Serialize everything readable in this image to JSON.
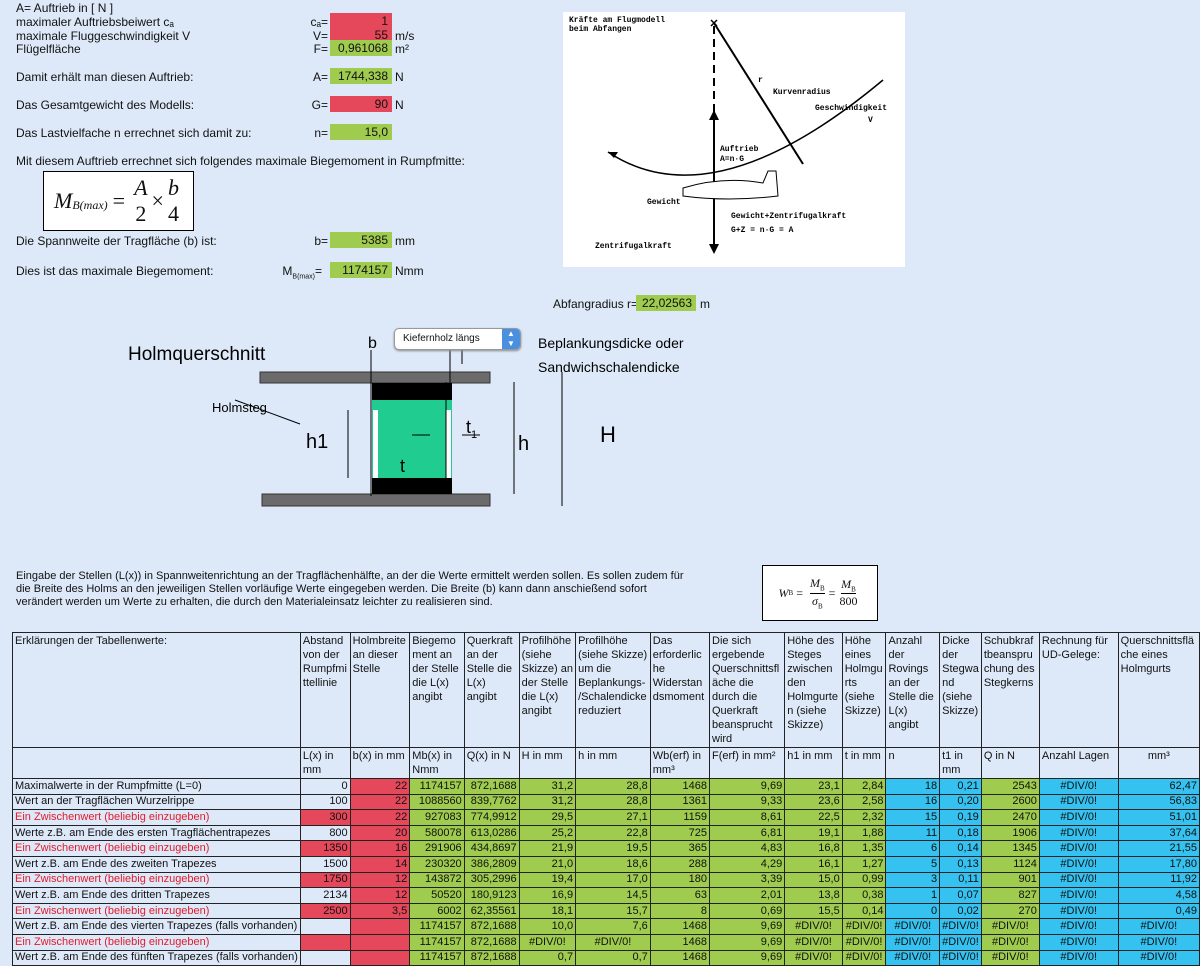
{
  "inputs": {
    "title": "A= Auftrieb in [ N ]",
    "ca_label": "maximaler Auftriebsbeiwert cₐ",
    "ca_sym": "cₐ=",
    "ca_val": "1",
    "v_label": "maximale Fluggeschwindigkeit V",
    "v_sym": "V=",
    "v_val": "55",
    "v_unit": "m/s",
    "f_label": "Flügelfläche",
    "f_sym": "F=",
    "f_val": "0,961068",
    "f_unit": "m²",
    "a_label": "Damit erhält man diesen Auftrieb:",
    "a_sym": "A=",
    "a_val": "1744,338",
    "a_unit": "N",
    "g_label": "Das Gesamtgewicht des Modells:",
    "g_sym": "G=",
    "g_val": "90",
    "g_unit": "N",
    "n_label": "Das Lastvielfache n errechnet sich damit zu:",
    "n_sym": "n=",
    "n_val": "15,0",
    "moment_intro": "Mit diesem Auftrieb errechnet sich folgendes maximale Biegemoment in Rumpfmitte:",
    "b_label": "Die Spannweite der Tragfläche (b) ist:",
    "b_sym": "b=",
    "b_val": "5385",
    "b_unit": "mm",
    "mb_label": "Dies ist das maximale Biegemoment:",
    "mb_sym": "M",
    "mb_sub": "B(max)",
    "mb_eq": "=",
    "mb_val": "1174157",
    "mb_unit": "Nmm",
    "r_label": "Abfangradius r=",
    "r_val": "22,02563",
    "r_unit": "m"
  },
  "formula1": {
    "lhs": "M",
    "lhs_sub": "B(max)",
    "eq": "=",
    "n1": "A",
    "d1": "2",
    "times": "×",
    "n2": "b",
    "d2": "4"
  },
  "formula2": {
    "lhs": "W",
    "lhs_sub": "B",
    "eq": "=",
    "n1": "M",
    "n1_sub": "B",
    "d1": "σ",
    "d1_sub": "B",
    "eq2": "=",
    "n2": "M",
    "n2_sub": "B",
    "d2": "800"
  },
  "force_diagram": {
    "title1": "Kräfte am Flugmodell",
    "title2": "beim Abfangen",
    "r": "r",
    "kurvenradius": "Kurvenradius",
    "geschw": "Geschwindigkeit",
    "v": "V",
    "auftrieb": "Auftrieb",
    "auftrieb_eq": "A=n·G",
    "gewicht": "Gewicht",
    "gz": "Gewicht+Zentrifugalkraft",
    "gz_eq": "G+Z = n·G = A",
    "zentrifugal": "Zentrifugalkraft"
  },
  "cross_section": {
    "title": "Holmquerschnitt",
    "material_select": "Kiefernholz längs",
    "b": "b",
    "beplankung1": "Beplankungsdicke oder",
    "beplankung2": "Sandwichschalendicke",
    "holmsteg": "Holmsteg",
    "h1": "h1",
    "t1": "t",
    "t1_sub": "1",
    "h": "h",
    "H": "H",
    "t": "t"
  },
  "instructions": "Eingabe der Stellen (L(x)) in Spannweitenrichtung an der Tragflächenhälfte, an der die Werte ermittelt werden sollen. Es sollen zudem für die Breite des Holms an den jeweiligen Stellen vorläufige Werte eingegeben werden. Die Breite (b) kann dann anschießend sofort verändert werden um Werte zu erhalten, die durch den Materialeinsatz leichter zu realisieren sind.",
  "table": {
    "headers": [
      "Erklärungen der Tabellenwerte:",
      "Abstand von der Rumpfmi ttellinie",
      "Holmbreite an dieser Stelle",
      "Biegemo ment an der Stelle die L(x) angibt",
      "Querkraft an der Stelle die L(x) angibt",
      "Profilhöhe (siehe Skizze) an der Stelle die L(x) angibt",
      "Profilhöhe (siehe Skizze) um die Beplankungs- /Schalendicke reduziert",
      "Das erforderlic he Widerstan dsmoment",
      "Die sich ergebende Querschnittsfl äche die durch die Querkraft beansprucht wird",
      "Höhe des Steges zwischen den Holmgurte n (siehe Skizze)",
      "Höhe eines Holmgu rts (siehe Skizze)",
      "Anzahl der Rovings an der Stelle die L(x) angibt",
      "Dicke der Stegwa nd (siehe Skizze)",
      "Schubkraf tbeanspru chung des Stegkerns",
      "Rechnung für UD-Gelege:",
      "Querschnittsflä che eines Holmgurts"
    ],
    "units": [
      "",
      "L(x) in mm",
      "b(x) in mm",
      "Mb(x) in Nmm",
      "Q(x) in N",
      "H in mm",
      "h in mm",
      "Wb(erf) in mm³",
      "F(erf) in mm²",
      "h1 in mm",
      "t in mm",
      "n",
      "t1 in mm",
      "Q in N",
      "Anzahl Lagen",
      "mm³"
    ],
    "rows": [
      {
        "red": false,
        "cells": [
          "Maximalwerte in der Rumpfmitte (L=0)",
          "0",
          "22",
          "1174157",
          "872,1688",
          "31,2",
          "28,8",
          "1468",
          "9,69",
          "23,1",
          "2,84",
          "18",
          "0,21",
          "2543",
          "#DIV/0!",
          "62,47"
        ]
      },
      {
        "red": false,
        "cells": [
          "Wert an der Tragflächen Wurzelrippe",
          "100",
          "22",
          "1088560",
          "839,7762",
          "31,2",
          "28,8",
          "1361",
          "9,33",
          "23,6",
          "2,58",
          "16",
          "0,20",
          "2600",
          "#DIV/0!",
          "56,83"
        ]
      },
      {
        "red": true,
        "cells": [
          "Ein Zwischenwert (beliebig einzugeben)",
          "300",
          "22",
          "927083",
          "774,9912",
          "29,5",
          "27,1",
          "1159",
          "8,61",
          "22,5",
          "2,32",
          "15",
          "0,19",
          "2470",
          "#DIV/0!",
          "51,01"
        ]
      },
      {
        "red": false,
        "cells": [
          "Werte z.B. am Ende des ersten Tragflächentrapezes",
          "800",
          "20",
          "580078",
          "613,0286",
          "25,2",
          "22,8",
          "725",
          "6,81",
          "19,1",
          "1,88",
          "11",
          "0,18",
          "1906",
          "#DIV/0!",
          "37,64"
        ]
      },
      {
        "red": true,
        "cells": [
          "Ein Zwischenwert (beliebig einzugeben)",
          "1350",
          "16",
          "291906",
          "434,8697",
          "21,9",
          "19,5",
          "365",
          "4,83",
          "16,8",
          "1,35",
          "6",
          "0,14",
          "1345",
          "#DIV/0!",
          "21,55"
        ]
      },
      {
        "red": false,
        "cells": [
          "Wert z.B. am Ende des zweiten Trapezes",
          "1500",
          "14",
          "230320",
          "386,2809",
          "21,0",
          "18,6",
          "288",
          "4,29",
          "16,1",
          "1,27",
          "5",
          "0,13",
          "1124",
          "#DIV/0!",
          "17,80"
        ]
      },
      {
        "red": true,
        "cells": [
          "Ein Zwischenwert (beliebig einzugeben)",
          "1750",
          "12",
          "143872",
          "305,2996",
          "19,4",
          "17,0",
          "180",
          "3,39",
          "15,0",
          "0,99",
          "3",
          "0,11",
          "901",
          "#DIV/0!",
          "11,92"
        ]
      },
      {
        "red": false,
        "cells": [
          "Wert z.B. am Ende des dritten Trapezes",
          "2134",
          "12",
          "50520",
          "180,9123",
          "16,9",
          "14,5",
          "63",
          "2,01",
          "13,8",
          "0,38",
          "1",
          "0,07",
          "827",
          "#DIV/0!",
          "4,58"
        ]
      },
      {
        "red": true,
        "cells": [
          "Ein Zwischenwert (beliebig einzugeben)",
          "2500",
          "3,5",
          "6002",
          "62,35561",
          "18,1",
          "15,7",
          "8",
          "0,69",
          "15,5",
          "0,14",
          "0",
          "0,02",
          "270",
          "#DIV/0!",
          "0,49"
        ]
      },
      {
        "red": false,
        "cells": [
          "Wert z.B. am Ende des vierten Trapezes (falls vorhanden)",
          "",
          "",
          "1174157",
          "872,1688",
          "10,0",
          "7,6",
          "1468",
          "9,69",
          "#DIV/0!",
          "#DIV/0!",
          "#DIV/0!",
          "#DIV/0!",
          "#DIV/0!",
          "#DIV/0!",
          "#DIV/0!"
        ]
      },
      {
        "red": true,
        "cells": [
          "Ein Zwischenwert (beliebig einzugeben)",
          "",
          "",
          "1174157",
          "872,1688",
          "#DIV/0!",
          "#DIV/0!",
          "1468",
          "9,69",
          "#DIV/0!",
          "#DIV/0!",
          "#DIV/0!",
          "#DIV/0!",
          "#DIV/0!",
          "#DIV/0!",
          "#DIV/0!"
        ]
      },
      {
        "red": false,
        "cells": [
          "Wert z.B. am Ende des fünften Trapezes (falls vorhanden)",
          "",
          "",
          "1174157",
          "872,1688",
          "0,7",
          "0,7",
          "1468",
          "9,69",
          "#DIV/0!",
          "#DIV/0!",
          "#DIV/0!",
          "#DIV/0!",
          "#DIV/0!",
          "#DIV/0!",
          "#DIV/0!"
        ]
      }
    ]
  },
  "colors": {
    "input": "#e5485a",
    "computed": "#9fcb4f",
    "result": "#35c2f0",
    "background": "#dde9f8"
  }
}
